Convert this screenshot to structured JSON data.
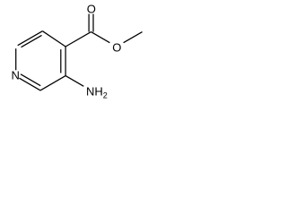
{
  "molecule": {
    "atoms": {
      "ring_nitrogen": "N",
      "carbonyl_oxygen": "O",
      "ester_oxygen": "O",
      "amino_group": "NH",
      "amino_subscript": "2"
    }
  }
}
